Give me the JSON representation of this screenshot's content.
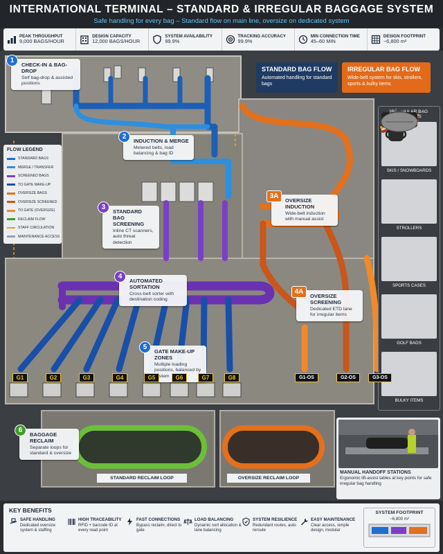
{
  "header": {
    "title": "INTERNATIONAL TERMINAL – STANDARD & IRREGULAR BAGGAGE SYSTEM",
    "subtitle": "Safe handling for every bag – Standard flow on main line, oversize on dedicated system"
  },
  "metrics": [
    {
      "label": "PEAK THROUGHPUT",
      "value": "9,000 BAGS/HOUR",
      "icon": "chart-icon"
    },
    {
      "label": "DESIGN CAPACITY",
      "value": "12,000 BAGS/HOUR",
      "icon": "building-icon"
    },
    {
      "label": "SYSTEM AVAILABILITY",
      "value": "99.9%",
      "icon": "shield-icon"
    },
    {
      "label": "TRACKING ACCURACY",
      "value": "99.9%",
      "icon": "target-icon"
    },
    {
      "label": "MIN CONNECTION TIME",
      "value": "45–60 MIN",
      "icon": "clock-icon"
    },
    {
      "label": "DESIGN FOOTPRINT",
      "value": "~6,800 m²",
      "icon": "grid-icon"
    }
  ],
  "callouts": {
    "checkin": {
      "num": "1",
      "title": "CHECK-IN & BAG-DROP",
      "body": "Self bag-drop & assisted positions"
    },
    "induction": {
      "num": "2",
      "title": "INDUCTION & MERGE",
      "body": "Metered belts, load balancing & bag ID"
    },
    "screening": {
      "num": "3",
      "title": "STANDARD BAG SCREENING",
      "body": "Inline CT scanners, auto threat detection"
    },
    "oversize_induction": {
      "num": "3A",
      "title": "OVERSIZE INDUCTION",
      "body": "Wide-belt induction with manual assist"
    },
    "sortation": {
      "num": "4",
      "title": "AUTOMATED SORTATION",
      "body": "Cross-belt sorter with destination coding"
    },
    "oversize_screening": {
      "num": "4A",
      "title": "OVERSIZE SCREENING",
      "body": "Dedicated ETD lane for irregular items"
    },
    "gate_makeup": {
      "num": "5",
      "title": "GATE MAKE-UP ZONES",
      "body": "Multiple loading positions, balanced by system"
    },
    "reclaim": {
      "num": "6",
      "title": "BAGGAGE RECLAIM",
      "body": "Separate loops for standard & oversize"
    }
  },
  "flows": {
    "standard": {
      "title": "STANDARD BAG FLOW",
      "body": "Automated handling for standard bags",
      "color": "#1f3b63"
    },
    "irregular": {
      "title": "IRREGULAR BAG FLOW",
      "body": "Wide-belt system for skis, strollers, sports & bulky items",
      "color": "#e26a1a"
    }
  },
  "legend": {
    "title": "FLOW LEGEND",
    "items": [
      {
        "label": "STANDARD BAGS",
        "color": "#1d6fd1"
      },
      {
        "label": "MERGE / TRANSFER",
        "color": "#2c8fe0"
      },
      {
        "label": "SCREENED BAGS",
        "color": "#7b3fc7"
      },
      {
        "label": "TO GATE MAKE-UP",
        "color": "#1a4fa8"
      },
      {
        "label": "OVERSIZE BAGS",
        "color": "#e2701c"
      },
      {
        "label": "OVERSIZE SCREENED",
        "color": "#c9561a"
      },
      {
        "label": "TO GATE (OVERSIZE)",
        "color": "#f08a2a"
      },
      {
        "label": "RECLAIM FLOW",
        "color": "#3f9a2e"
      },
      {
        "label": "STAFF CIRCULATION",
        "color": "#e6a317"
      },
      {
        "label": "MAINTENANCE ACCESS",
        "color": "#9aa0a8"
      }
    ]
  },
  "examples": {
    "title": "IRREGULAR BAG EXAMPLES",
    "items": [
      {
        "label": "SKIS / SNOWBOARDS",
        "icon": "skis-icon"
      },
      {
        "label": "STROLLERS",
        "icon": "stroller-icon"
      },
      {
        "label": "SPORTS CASES",
        "icon": "sports-case-icon"
      },
      {
        "label": "GOLF BAGS",
        "icon": "golf-bag-icon"
      },
      {
        "label": "BULKY ITEMS",
        "icon": "bulky-item-icon"
      }
    ]
  },
  "gates": [
    "G1",
    "G2",
    "G3",
    "G4",
    "G5",
    "G6",
    "G7",
    "G8"
  ],
  "oversize_gates": [
    "G1-OS",
    "G2-OS",
    "G3-OS"
  ],
  "reclaim": {
    "standard_label": "STANDARD RECLAIM LOOP",
    "oversize_label": "OVERSIZE RECLAIM LOOP"
  },
  "handoff": {
    "title": "MANUAL HANDOFF STATIONS",
    "body": "Ergonomic lift-assist tables at key points for safe irregular bag handling"
  },
  "benefits": {
    "title": "KEY BENEFITS",
    "items": [
      {
        "label": "SAFE HANDLING",
        "body": "Dedicated oversize system & staffing",
        "icon": "hands-icon"
      },
      {
        "label": "HIGH TRACEABILITY",
        "body": "RFID + barcode ID at every read point",
        "icon": "barcode-icon"
      },
      {
        "label": "FAST CONNECTIONS",
        "body": "Bypass reclaim, direct to gate",
        "icon": "lightning-icon"
      },
      {
        "label": "LOAD BALANCING",
        "body": "Dynamic sort allocation & lane balancing",
        "icon": "balance-icon"
      },
      {
        "label": "SYSTEM RESILIENCE",
        "body": "Redundant routes, auto reroute",
        "icon": "shield-check-icon"
      },
      {
        "label": "EASY MAINTENANCE",
        "body": "Clear access, simple design, modular",
        "icon": "wrench-icon"
      }
    ],
    "footprint": {
      "title": "SYSTEM FOOTPRINT",
      "value": "~6,800 m²"
    }
  }
}
